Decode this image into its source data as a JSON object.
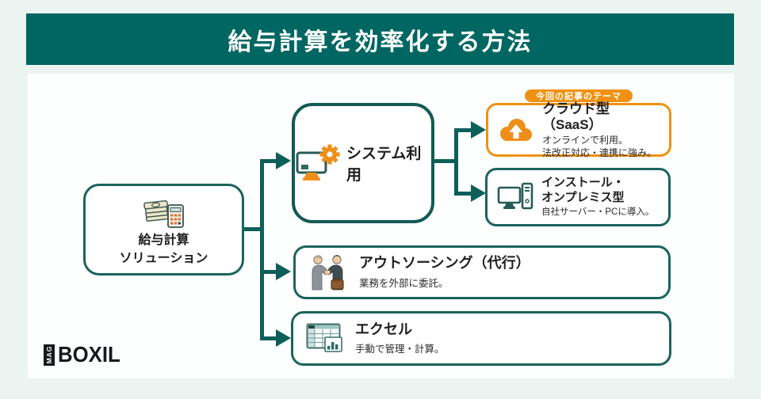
{
  "header": {
    "title": "給与計算を効率化する方法"
  },
  "diagram": {
    "solution": {
      "line1": "給与計算",
      "line2": "ソリューション",
      "icon": "money-calculator-icon"
    },
    "system": {
      "label": "システム利用",
      "icon": "monitor-gear-icon"
    },
    "cloud": {
      "tag": "今回の記事のテーマ",
      "title": "クラウド型（SaaS）",
      "desc1": "オンラインで利用。",
      "desc2": "法改正対応・連携に強み。",
      "icon": "cloud-upload-icon"
    },
    "install": {
      "title1": "インストール・",
      "title2": "オンプレミス型",
      "desc": "自社サーバー・PCに導入。",
      "icon": "desktop-pc-icon"
    },
    "outsourcing": {
      "title": "アウトソーシング（代行）",
      "desc": "業務を外部に委託。",
      "icon": "handshake-icon"
    },
    "excel": {
      "title": "エクセル",
      "desc": "手動で管理・計算。",
      "icon": "spreadsheet-icon"
    }
  },
  "logo": {
    "mag": "MAG",
    "boxil": "BOXIL"
  },
  "colors": {
    "header_teal": "#006661",
    "box_border_teal": "#1b635d",
    "connector_teal": "#0d5f5a",
    "accent_orange": "#ef9213",
    "background": "#ecf4f2",
    "panel": "#fdfefe",
    "text": "#1f1f1f"
  }
}
